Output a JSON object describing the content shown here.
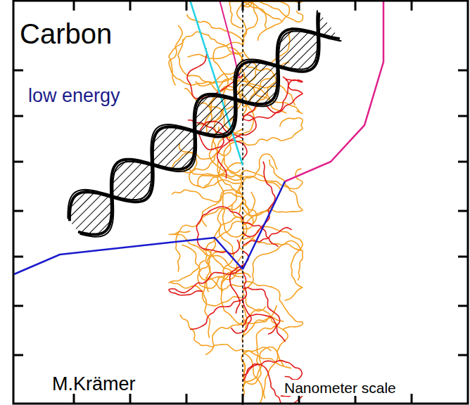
{
  "diagram": {
    "labels": [
      "Carbon",
      "low energy",
      "M.Krämer",
      "Nanometer scale"
    ]
  }
}
